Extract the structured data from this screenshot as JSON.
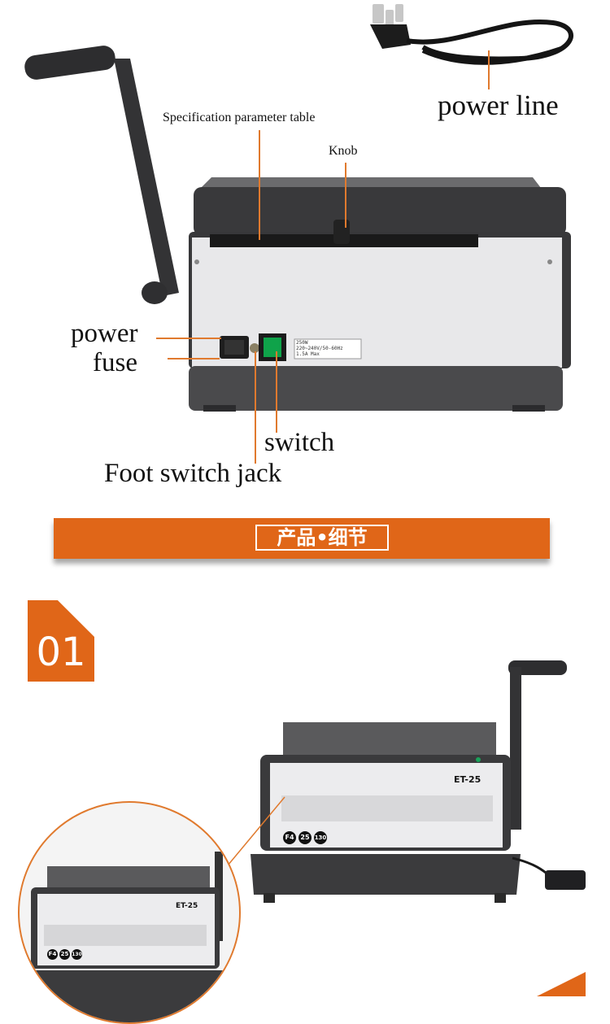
{
  "labels": {
    "spec_table": "Specification parameter table",
    "knob": "Knob",
    "power_line": "power line",
    "power": "power",
    "fuse": "fuse",
    "switch": "switch",
    "foot_switch_jack": "Foot switch jack"
  },
  "machine_rear": {
    "power_rating": "250W",
    "voltage": "220~240V/50-60Hz",
    "current": "1.5A Max"
  },
  "banner": {
    "text": "产品•细节"
  },
  "section": {
    "number": "01"
  },
  "machine_front": {
    "model": "ET-25",
    "badges": [
      "F4",
      "25",
      "130"
    ]
  },
  "colors": {
    "accent": "#e06618",
    "pointer_line": "#e07a2e",
    "machine_dark": "#3c3c3e",
    "machine_panel": "#eaeaec"
  }
}
